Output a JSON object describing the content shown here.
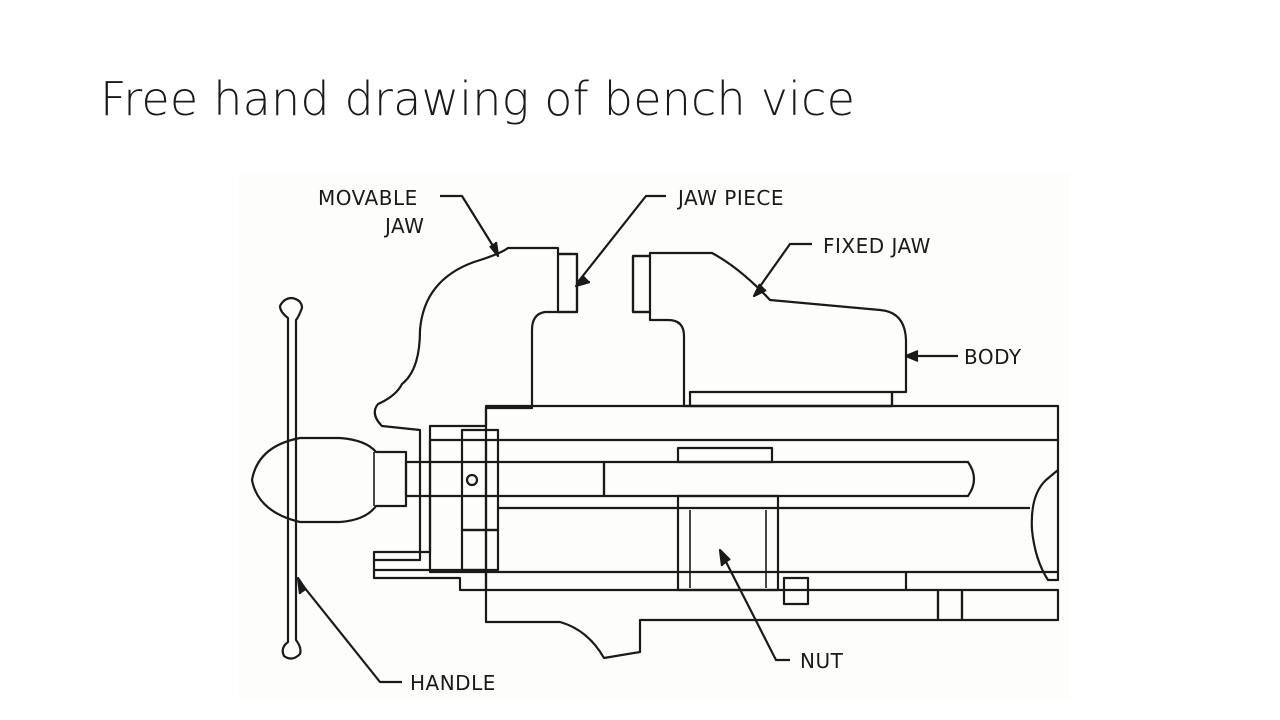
{
  "slide": {
    "title": "Free hand drawing of bench vice"
  },
  "diagram": {
    "labels": {
      "movable_jaw_line1": "MOVABLE",
      "movable_jaw_line2": "JAW",
      "jaw_piece": "JAW  PIECE",
      "fixed_jaw": "FIXED  JAW",
      "body": "BODY",
      "nut": "NUT",
      "handle": "HANDLE"
    }
  }
}
